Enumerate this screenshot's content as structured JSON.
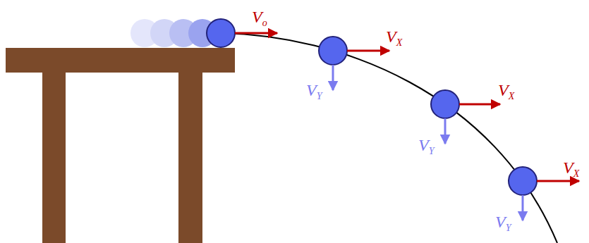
{
  "diagram": {
    "labels": [
      "Vo",
      "VX",
      "VY",
      "VX",
      "VY",
      "VX",
      "VY"
    ]
  }
}
